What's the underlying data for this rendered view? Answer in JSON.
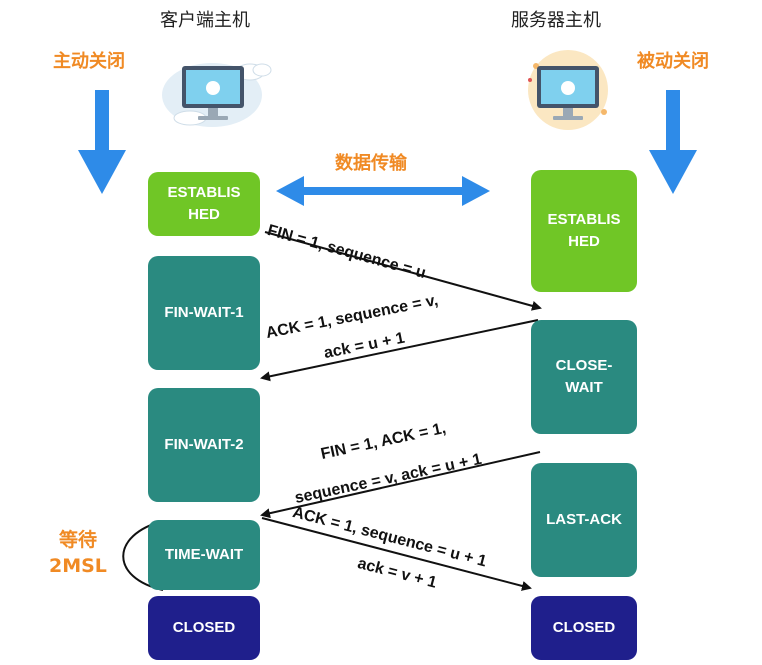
{
  "client": {
    "title": "客户端主机",
    "action": "主动关闭"
  },
  "server": {
    "title": "服务器主机",
    "action": "被动关闭"
  },
  "data_transfer": "数据传输",
  "wait_label": {
    "line1": "等待",
    "line2": "2MSL"
  },
  "client_states": {
    "established": {
      "line1": "ESTABLIS",
      "line2": "HED"
    },
    "fin_wait_1": "FIN-WAIT-1",
    "fin_wait_2": "FIN-WAIT-2",
    "time_wait": "TIME-WAIT",
    "closed": "CLOSED"
  },
  "server_states": {
    "established": {
      "line1": "ESTABLIS",
      "line2": "HED"
    },
    "close_wait": {
      "line1": "CLOSE-",
      "line2": "WAIT"
    },
    "last_ack": "LAST-ACK",
    "closed": "CLOSED"
  },
  "messages": {
    "m1": "FIN = 1, sequence = u",
    "m2": {
      "line1": "ACK = 1, sequence = v,",
      "line2": "ack = u + 1"
    },
    "m3": {
      "line1": "FIN = 1,  ACK = 1,",
      "line2": "sequence = v, ack = u + 1"
    },
    "m4": {
      "line1": "ACK = 1, sequence = u + 1",
      "line2": "ack = v + 1"
    }
  },
  "colors": {
    "established": "#70c626",
    "waiting": "#2a8a80",
    "closed": "#1f1f8c",
    "blue_arrow": "#2e8be8",
    "orange_label": "#f08a24"
  },
  "icons": {
    "client_computer": "monitor-with-clouds-icon",
    "server_computer": "monitor-with-sun-icon"
  }
}
